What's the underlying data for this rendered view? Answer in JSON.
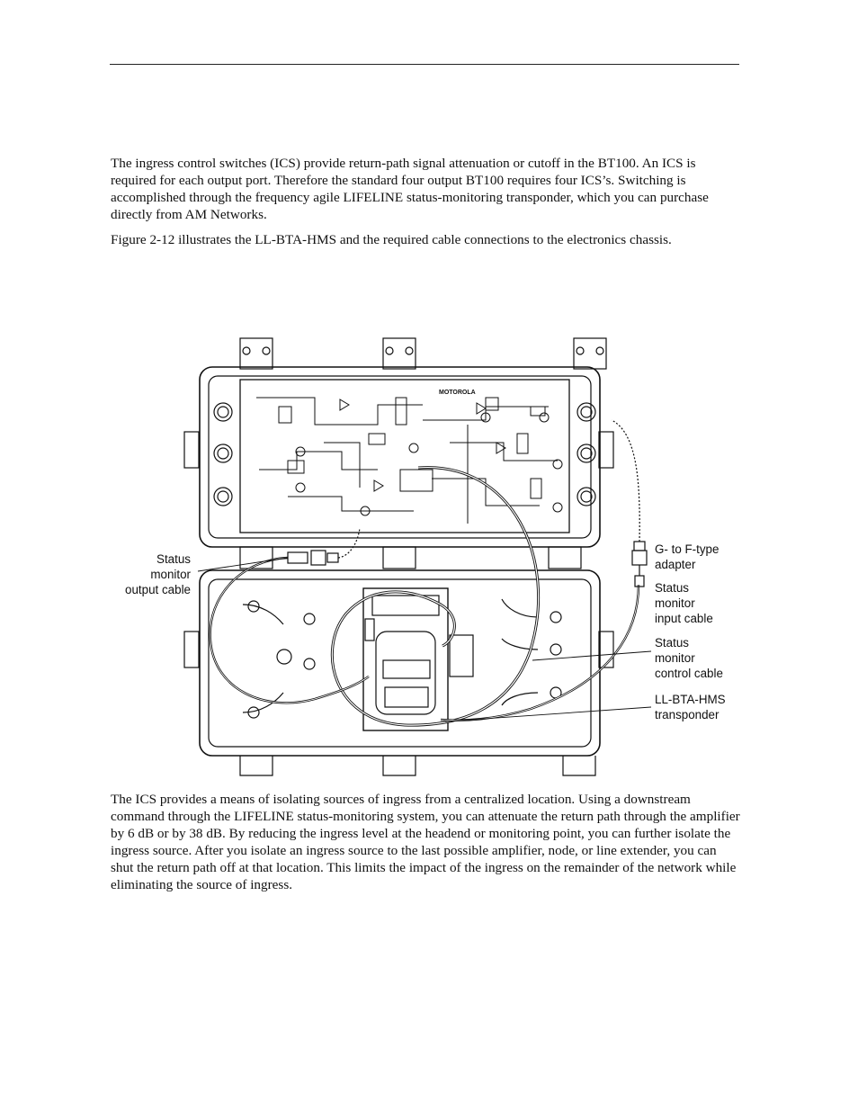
{
  "body": {
    "paragraph_1": "The ingress control switches (ICS) provide return-path signal attenuation or cutoff in the BT100. An ICS is required for each output port. Therefore the standard four output BT100 requires four ICS’s. Switching is accomplished through the frequency agile LIFELINE status-monitoring transponder, which you can purchase directly from AM Networks.",
    "paragraph_2": "Figure 2-12 illustrates the LL-BTA-HMS and the required cable connections to the electronics chassis.",
    "paragraph_3": "The ICS provides a means of isolating sources of ingress from a centralized location. Using a downstream command through the LIFELINE status-monitoring system, you can attenuate the return path through the amplifier by 6 dB or by 38 dB. By reducing the ingress level at the headend or monitoring point, you can further isolate the ingress source. After you isolate an ingress source to the last possible amplifier, node, or line extender, you can shut the return path off at that location. This limits the impact of the ingress on the remainder of the network while eliminating the source of ingress."
  },
  "figure": {
    "brand_text": "MOTOROLA",
    "callouts": {
      "output_cable": [
        "Status",
        "monitor",
        "output cable"
      ],
      "adapter": [
        "G- to F-type",
        "adapter"
      ],
      "input_cable": [
        "Status",
        "monitor",
        "input cable"
      ],
      "control_cable": [
        "Status",
        "monitor",
        "control cable"
      ],
      "transponder": [
        "LL-BTA-HMS",
        "transponder"
      ]
    }
  }
}
